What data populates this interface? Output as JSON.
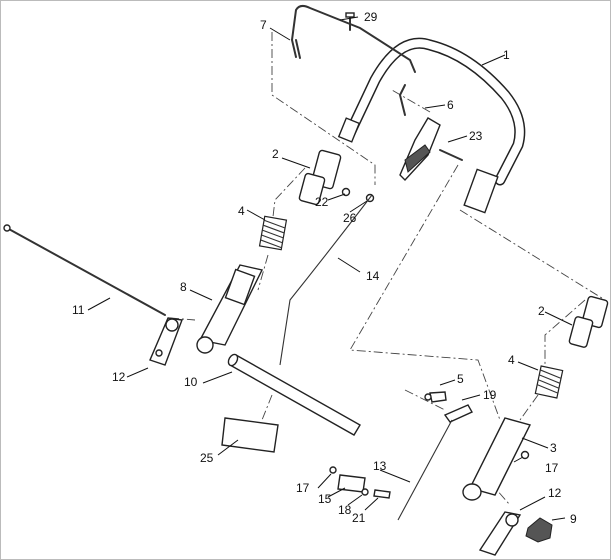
{
  "callouts": [
    {
      "id": "c1",
      "text": "1"
    },
    {
      "id": "c2a",
      "text": "2"
    },
    {
      "id": "c2b",
      "text": "2"
    },
    {
      "id": "c3",
      "text": "3"
    },
    {
      "id": "c4a",
      "text": "4"
    },
    {
      "id": "c4b",
      "text": "4"
    },
    {
      "id": "c5",
      "text": "5"
    },
    {
      "id": "c6",
      "text": "6"
    },
    {
      "id": "c7",
      "text": "7"
    },
    {
      "id": "c8",
      "text": "8"
    },
    {
      "id": "c9",
      "text": "9"
    },
    {
      "id": "c10",
      "text": "10"
    },
    {
      "id": "c11",
      "text": "11"
    },
    {
      "id": "c12a",
      "text": "12"
    },
    {
      "id": "c12b",
      "text": "12"
    },
    {
      "id": "c13",
      "text": "13"
    },
    {
      "id": "c14",
      "text": "14"
    },
    {
      "id": "c15",
      "text": "15"
    },
    {
      "id": "c17a",
      "text": "17"
    },
    {
      "id": "c17b",
      "text": "17"
    },
    {
      "id": "c18",
      "text": "18"
    },
    {
      "id": "c19",
      "text": "19"
    },
    {
      "id": "c21",
      "text": "21"
    },
    {
      "id": "c22",
      "text": "22"
    },
    {
      "id": "c23",
      "text": "23"
    },
    {
      "id": "c25",
      "text": "25"
    },
    {
      "id": "c26",
      "text": "26"
    },
    {
      "id": "c29",
      "text": "29"
    }
  ]
}
